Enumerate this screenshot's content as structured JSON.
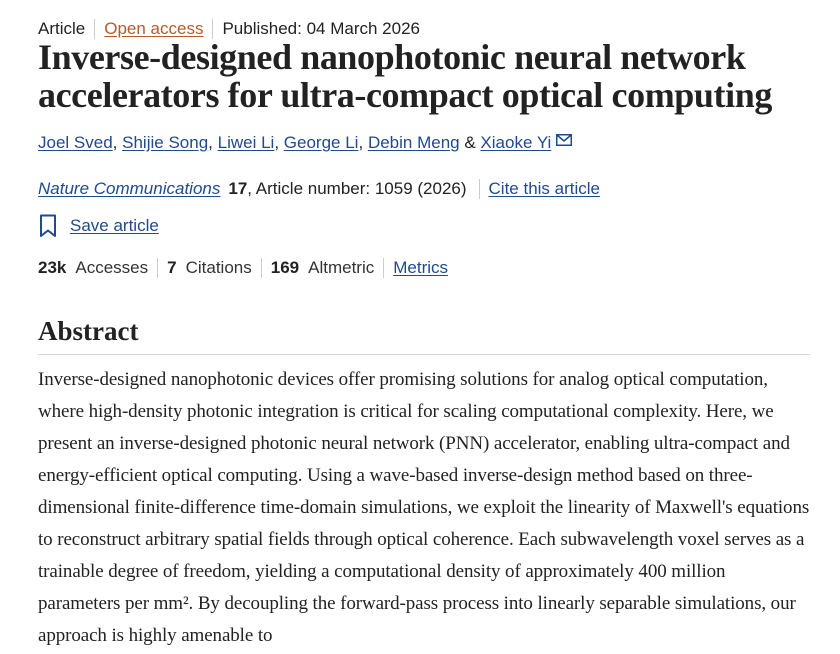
{
  "article_meta": {
    "type": "Article",
    "access": "Open access",
    "published": "Published: 04 March 2026"
  },
  "title": "Inverse-designed nanophotonic neural network accelerators for ultra-compact optical computing",
  "authors": [
    {
      "name": "Joel Sved"
    },
    {
      "name": "Shijie Song"
    },
    {
      "name": "Liwei Li"
    },
    {
      "name": "George Li"
    },
    {
      "name": "Debin Meng"
    },
    {
      "name": "Xiaoke Yi"
    }
  ],
  "authors_separator": ",",
  "authors_last_separator": "&",
  "journal": {
    "name": "Nature Communications",
    "volume": "17",
    "article_number": ", Article number: 1059 (2026)",
    "cite_label": "Cite this article"
  },
  "save_label": "Save article",
  "metrics": {
    "accesses_count": "23k",
    "accesses_label": "Accesses",
    "citations_count": "7",
    "citations_label": "Citations",
    "altmetric_count": "169",
    "altmetric_label": "Altmetric",
    "metrics_link": "Metrics"
  },
  "abstract": {
    "heading": "Abstract",
    "text": "Inverse-designed nanophotonic devices offer promising solutions for analog optical computation, where high-density photonic integration is critical for scaling computational complexity. Here, we present an inverse-designed photonic neural network (PNN) accelerator, enabling ultra-compact and energy-efficient optical computing. Using a wave-based inverse-design method based on three-dimensional finite-difference time-domain simulations, we exploit the linearity of Maxwell's equations to reconstruct arbitrary spatial fields through optical coherence. Each subwavelength voxel serves as a trainable degree of freedom, yielding a computational density of approximately 400 million parameters per mm². By decoupling the forward-pass process into linearly separable simulations, our approach is highly amenable to"
  },
  "colors": {
    "link": "#1f4a8c",
    "open_access": "#b45c2c",
    "text": "#222222"
  }
}
